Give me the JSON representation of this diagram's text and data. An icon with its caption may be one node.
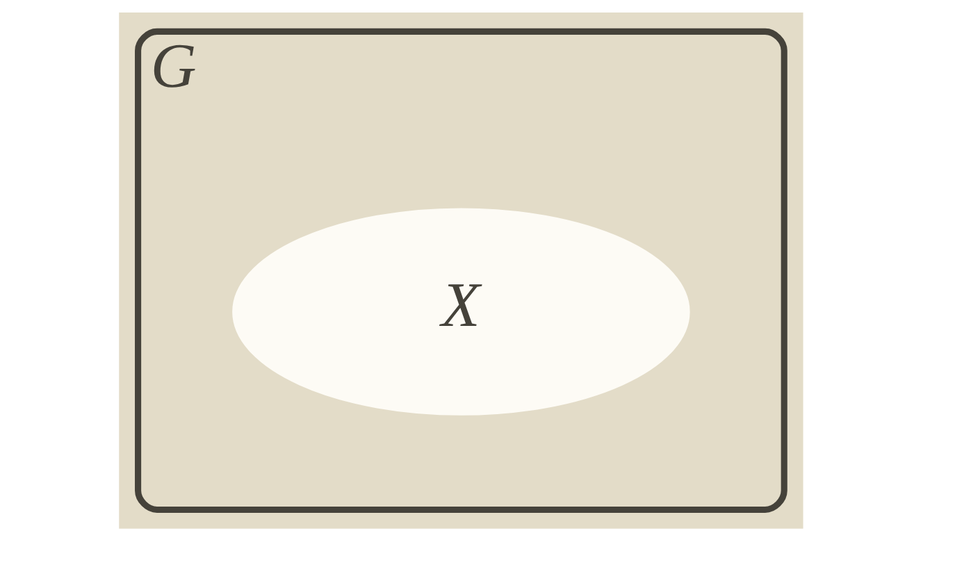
{
  "diagram": {
    "nodes": [
      {
        "text": [
          "G"
        ]
      },
      {
        "text": [
          "X"
        ],
        "in": 0
      }
    ]
  }
}
